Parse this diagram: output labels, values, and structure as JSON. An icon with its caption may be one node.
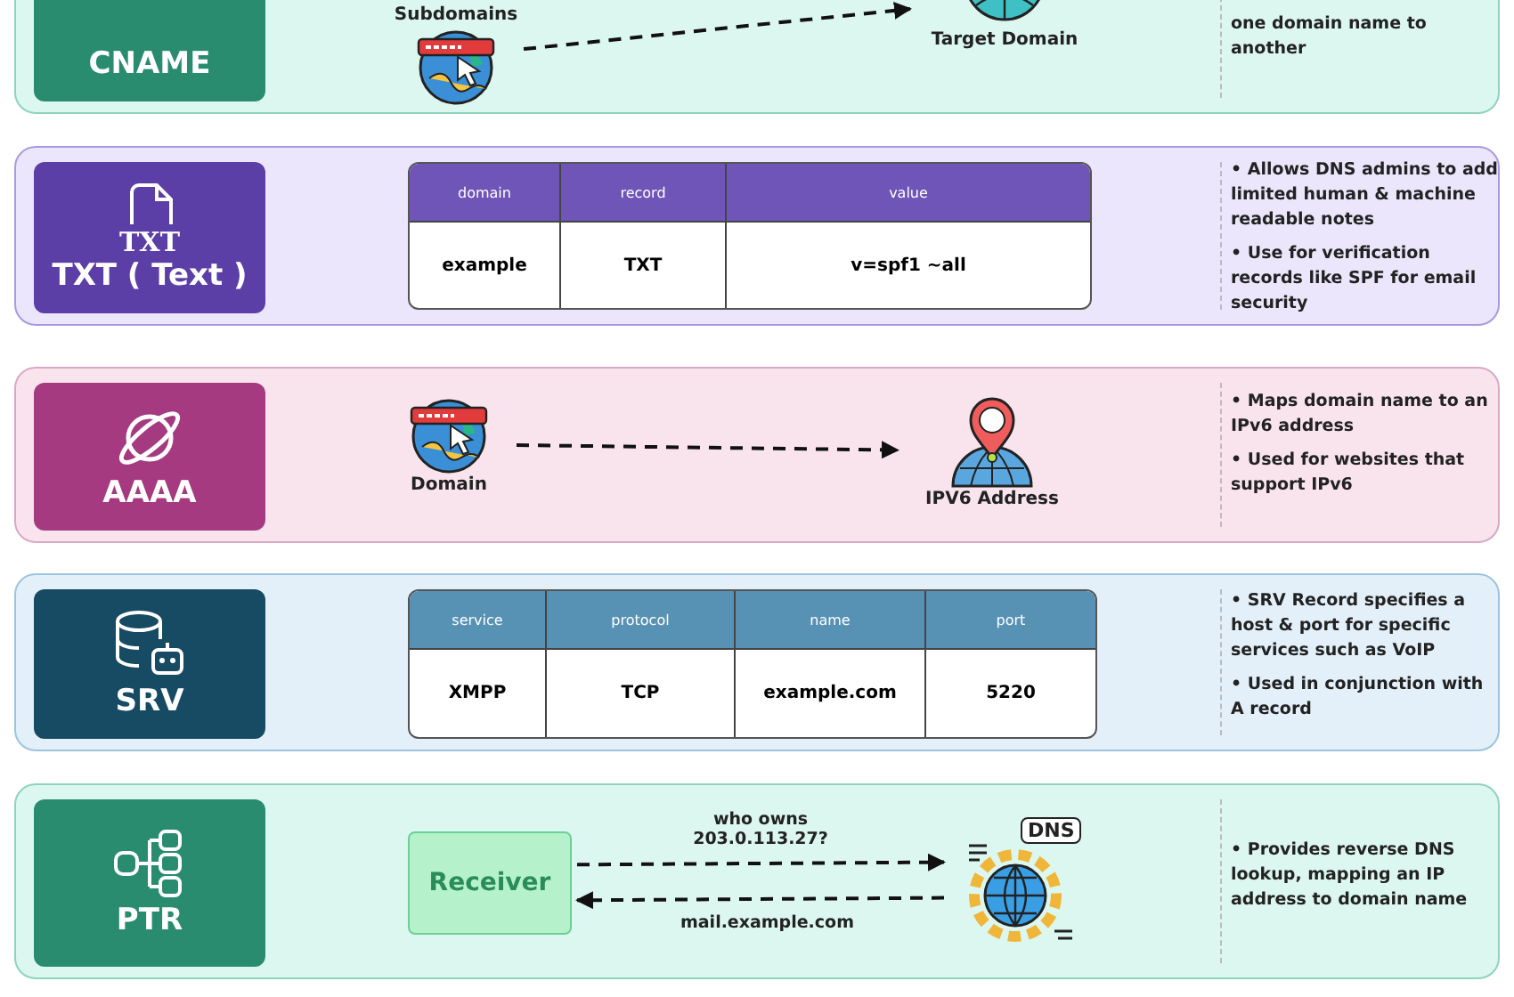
{
  "diagram": {
    "nodes": [
      {
        "text": [],
        "shape": "box"
      },
      {
        "text": [
          "CNAME"
        ],
        "in": 0
      },
      {
        "text": [
          "Subdomains"
        ],
        "in": 0
      },
      {
        "text": [
          "Target Domain"
        ],
        "in": 0
      },
      {
        "text": [],
        "shape": "box"
      },
      {
        "text": [
          "TXT",
          "TXT ( Text )"
        ],
        "in": 4
      },
      {
        "text": [],
        "shape": "box"
      },
      {
        "text": [
          "AAAA"
        ],
        "in": 6
      },
      {
        "text": [
          "Domain"
        ],
        "in": 6
      },
      {
        "text": [
          "IPV6 Address"
        ],
        "in": 6
      },
      {
        "text": [],
        "shape": "box"
      },
      {
        "text": [
          "SRV"
        ],
        "in": 10
      },
      {
        "text": [],
        "shape": "box"
      },
      {
        "text": [
          "PTR"
        ],
        "in": 12
      },
      {
        "text": [
          "Receiver"
        ],
        "in": 12
      },
      {
        "text": [
          "DNS"
        ],
        "in": 12
      }
    ],
    "edges": [
      {
        "from": 2,
        "to": 3,
        "arrow": "to",
        "style": "dashed"
      },
      {
        "from": 8,
        "to": 9,
        "arrow": "to",
        "style": "dashed"
      },
      {
        "from": 14,
        "to": 15,
        "arrow": "to",
        "style": "dashed",
        "label": "who owns 203.0.113.27?"
      },
      {
        "from": 15,
        "to": 14,
        "arrow": "to",
        "style": "dashed",
        "label": "mail.example.com"
      }
    ],
    "labels": [
      "one domain name to another",
      "domain",
      "record",
      "value",
      "example",
      "TXT",
      "v=spf1 ~all",
      "• Allows DNS admins to add limited human & machine readable notes",
      "• Use for verification records like SPF for email security",
      "• Maps domain name to an IPv6 address",
      "• Used for websites that support IPv6",
      "service",
      "protocol",
      "name",
      "port",
      "XMPP",
      "TCP",
      "example.com",
      "5220",
      "• SRV Record specifies a host & port for specific services such as VoIP",
      "• Used in conjunction with A record",
      "• Provides reverse DNS lookup, mapping an IP address to domain name"
    ]
  }
}
